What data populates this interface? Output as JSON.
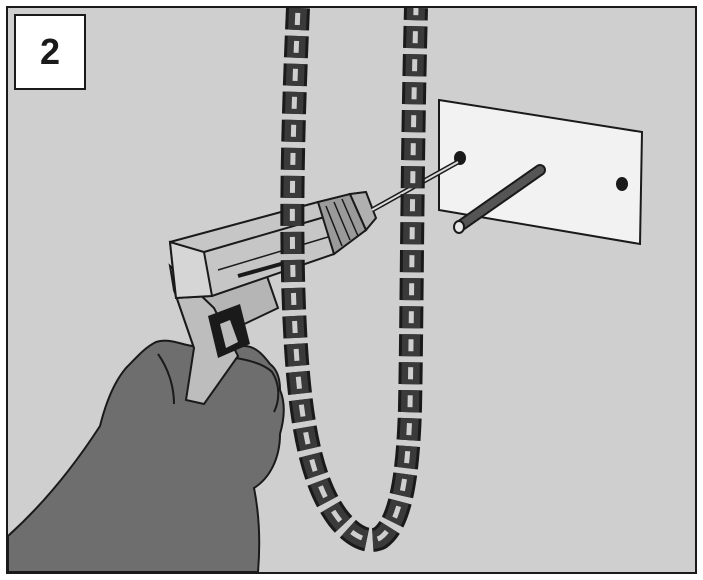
{
  "step": {
    "number": "2"
  },
  "colors": {
    "wall": "#cfcfcf",
    "plate": "#f2f2f2",
    "chain": "#333333",
    "hand": "#6e6e6e",
    "drill_body": "#bdbdbd",
    "outline": "#1a1a1a"
  },
  "icons": {
    "step_badge": "number-badge",
    "plate": "mounting-plate",
    "rod": "threaded-rod",
    "drill": "power-drill",
    "chain": "chain",
    "hand": "hand"
  }
}
